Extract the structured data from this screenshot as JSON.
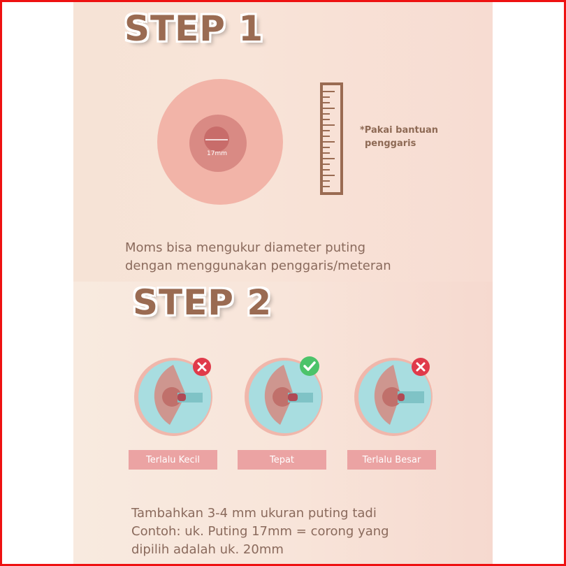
{
  "step1": {
    "title": "STEP 1",
    "measure_label": "17mm",
    "note_line1": "*Pakai bantuan",
    "note_line2": "penggaris",
    "desc_line1": "Moms bisa mengukur diameter puting",
    "desc_line2": "dengan menggunakan penggaris/meteran"
  },
  "step2": {
    "title": "STEP 2",
    "options": [
      {
        "label": "Terlalu Kecil",
        "status": "wrong",
        "status_icon": "x-icon"
      },
      {
        "label": "Tepat",
        "status": "correct",
        "status_icon": "check-icon"
      },
      {
        "label": "Terlalu Besar",
        "status": "wrong",
        "status_icon": "x-icon"
      }
    ],
    "desc_line1": "Tambahkan 3-4 mm ukuran puting tadi",
    "desc_line2": "Contoh: uk. Puting 17mm = corong yang",
    "desc_line3": "dipilih adalah uk. 20mm"
  },
  "colors": {
    "step_title": "#9a6b52",
    "label_bg": "#eba3a3",
    "wrong": "#e03a4a",
    "correct": "#4cc36a",
    "teal": "#a8dde0",
    "skin": "#f0b7ab"
  }
}
